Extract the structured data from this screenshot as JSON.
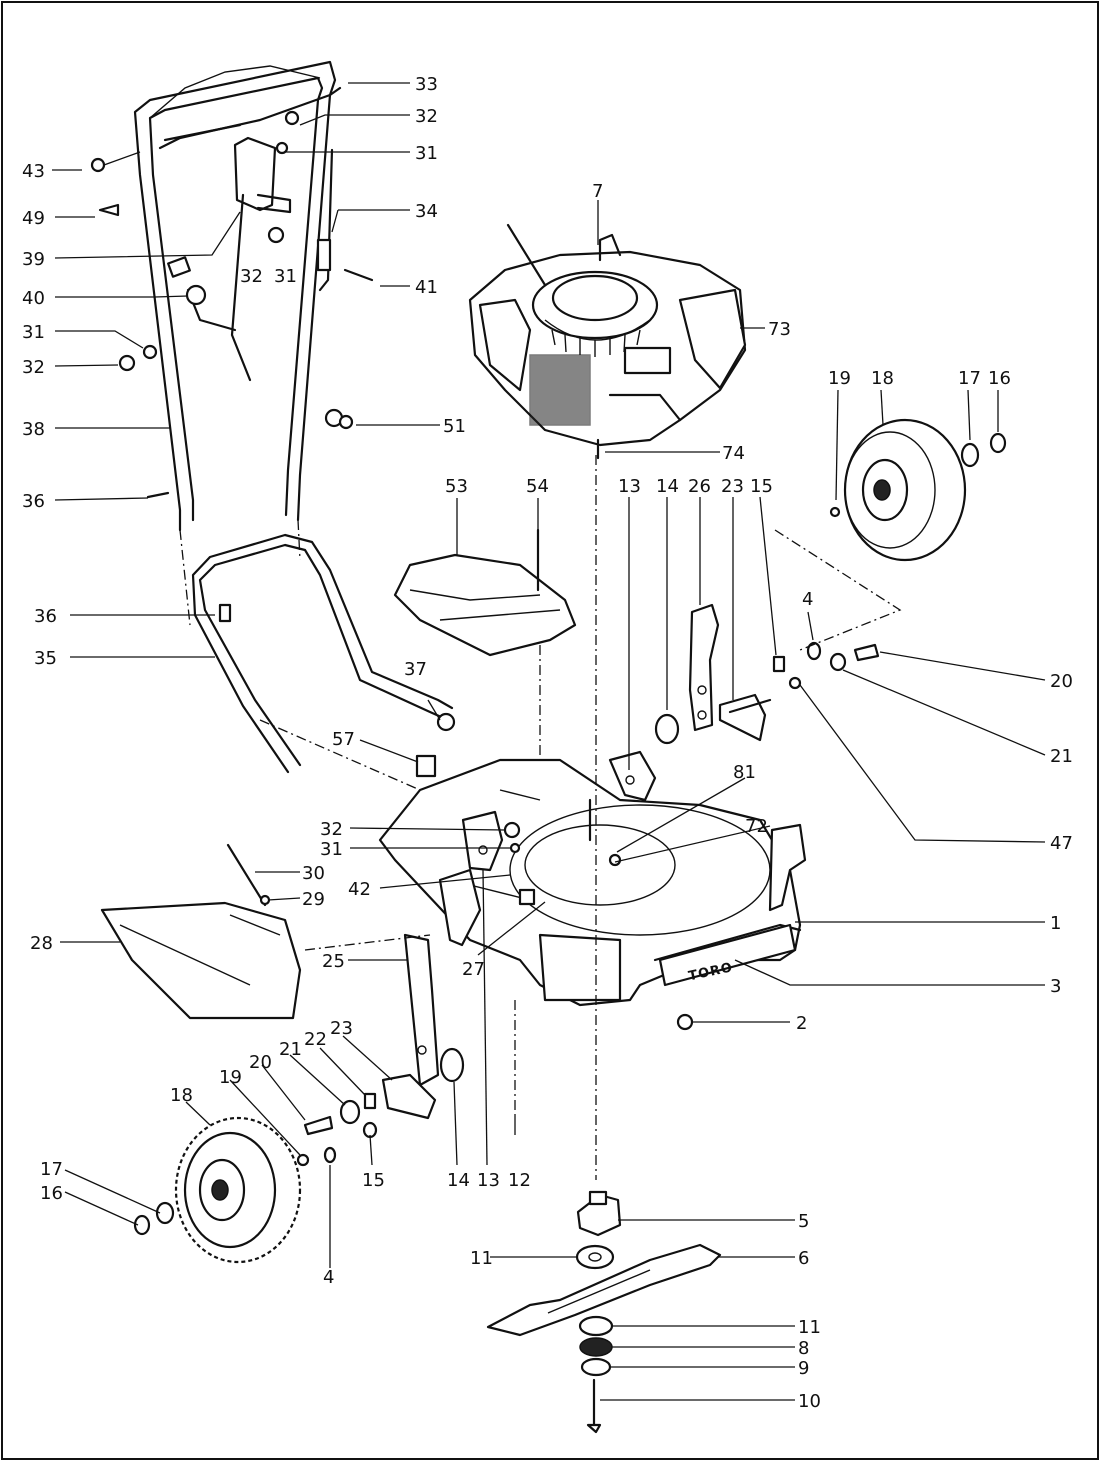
{
  "diagram": {
    "brand_mark": "TORO",
    "callouts": [
      {
        "id": "c-33",
        "text": "33"
      },
      {
        "id": "c-32a",
        "text": "32"
      },
      {
        "id": "c-31a",
        "text": "31"
      },
      {
        "id": "c-43",
        "text": "43"
      },
      {
        "id": "c-34",
        "text": "34"
      },
      {
        "id": "c-49",
        "text": "49"
      },
      {
        "id": "c-39",
        "text": "39"
      },
      {
        "id": "c-32b",
        "text": "32"
      },
      {
        "id": "c-31b",
        "text": "31"
      },
      {
        "id": "c-41",
        "text": "41"
      },
      {
        "id": "c-40",
        "text": "40"
      },
      {
        "id": "c-31c",
        "text": "31"
      },
      {
        "id": "c-32c",
        "text": "32"
      },
      {
        "id": "c-38",
        "text": "38"
      },
      {
        "id": "c-51",
        "text": "51"
      },
      {
        "id": "c-36a",
        "text": "36"
      },
      {
        "id": "c-36b",
        "text": "36"
      },
      {
        "id": "c-35",
        "text": "35"
      },
      {
        "id": "c-7",
        "text": "7"
      },
      {
        "id": "c-73",
        "text": "73"
      },
      {
        "id": "c-74",
        "text": "74"
      },
      {
        "id": "c-19a",
        "text": "19"
      },
      {
        "id": "c-18a",
        "text": "18"
      },
      {
        "id": "c-17a",
        "text": "17"
      },
      {
        "id": "c-16a",
        "text": "16"
      },
      {
        "id": "c-53",
        "text": "53"
      },
      {
        "id": "c-54",
        "text": "54"
      },
      {
        "id": "c-13a",
        "text": "13"
      },
      {
        "id": "c-14a",
        "text": "14"
      },
      {
        "id": "c-26",
        "text": "26"
      },
      {
        "id": "c-23a",
        "text": "23"
      },
      {
        "id": "c-15a",
        "text": "15"
      },
      {
        "id": "c-4a",
        "text": "4"
      },
      {
        "id": "c-20a",
        "text": "20"
      },
      {
        "id": "c-21a",
        "text": "21"
      },
      {
        "id": "c-47",
        "text": "47"
      },
      {
        "id": "c-37",
        "text": "37"
      },
      {
        "id": "c-57",
        "text": "57"
      },
      {
        "id": "c-81",
        "text": "81"
      },
      {
        "id": "c-72",
        "text": "72"
      },
      {
        "id": "c-32d",
        "text": "32"
      },
      {
        "id": "c-31d",
        "text": "31"
      },
      {
        "id": "c-42",
        "text": "42"
      },
      {
        "id": "c-30",
        "text": "30"
      },
      {
        "id": "c-29",
        "text": "29"
      },
      {
        "id": "c-28",
        "text": "28"
      },
      {
        "id": "c-25",
        "text": "25"
      },
      {
        "id": "c-27",
        "text": "27"
      },
      {
        "id": "c-1",
        "text": "1"
      },
      {
        "id": "c-3",
        "text": "3"
      },
      {
        "id": "c-2",
        "text": "2"
      },
      {
        "id": "c-18b",
        "text": "18"
      },
      {
        "id": "c-19b",
        "text": "19"
      },
      {
        "id": "c-20b",
        "text": "20"
      },
      {
        "id": "c-21b",
        "text": "21"
      },
      {
        "id": "c-22",
        "text": "22"
      },
      {
        "id": "c-23b",
        "text": "23"
      },
      {
        "id": "c-17b",
        "text": "17"
      },
      {
        "id": "c-16b",
        "text": "16"
      },
      {
        "id": "c-4b",
        "text": "4"
      },
      {
        "id": "c-15b",
        "text": "15"
      },
      {
        "id": "c-14b",
        "text": "14"
      },
      {
        "id": "c-13b",
        "text": "13"
      },
      {
        "id": "c-12",
        "text": "12"
      },
      {
        "id": "c-5",
        "text": "5"
      },
      {
        "id": "c-11a",
        "text": "11"
      },
      {
        "id": "c-6",
        "text": "6"
      },
      {
        "id": "c-11b",
        "text": "11"
      },
      {
        "id": "c-8",
        "text": "8"
      },
      {
        "id": "c-9",
        "text": "9"
      },
      {
        "id": "c-10",
        "text": "10"
      }
    ]
  }
}
